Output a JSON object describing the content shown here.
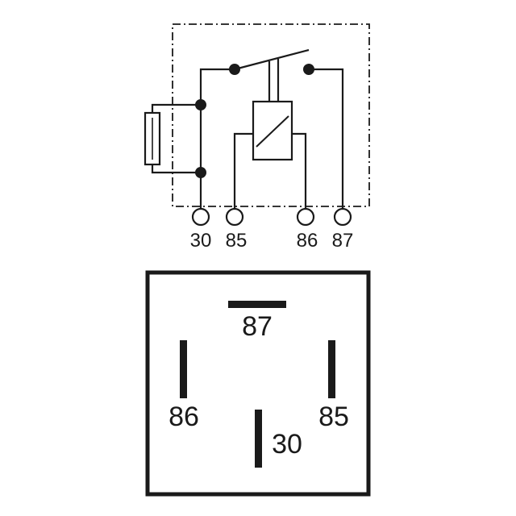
{
  "schematic": {
    "terminals": [
      "30",
      "85",
      "86",
      "87"
    ]
  },
  "pinout": {
    "pins": {
      "top": "87",
      "left": "86",
      "right": "85",
      "bottom": "30"
    }
  },
  "colors": {
    "line": "#1a1a1a",
    "background": "#ffffff"
  }
}
